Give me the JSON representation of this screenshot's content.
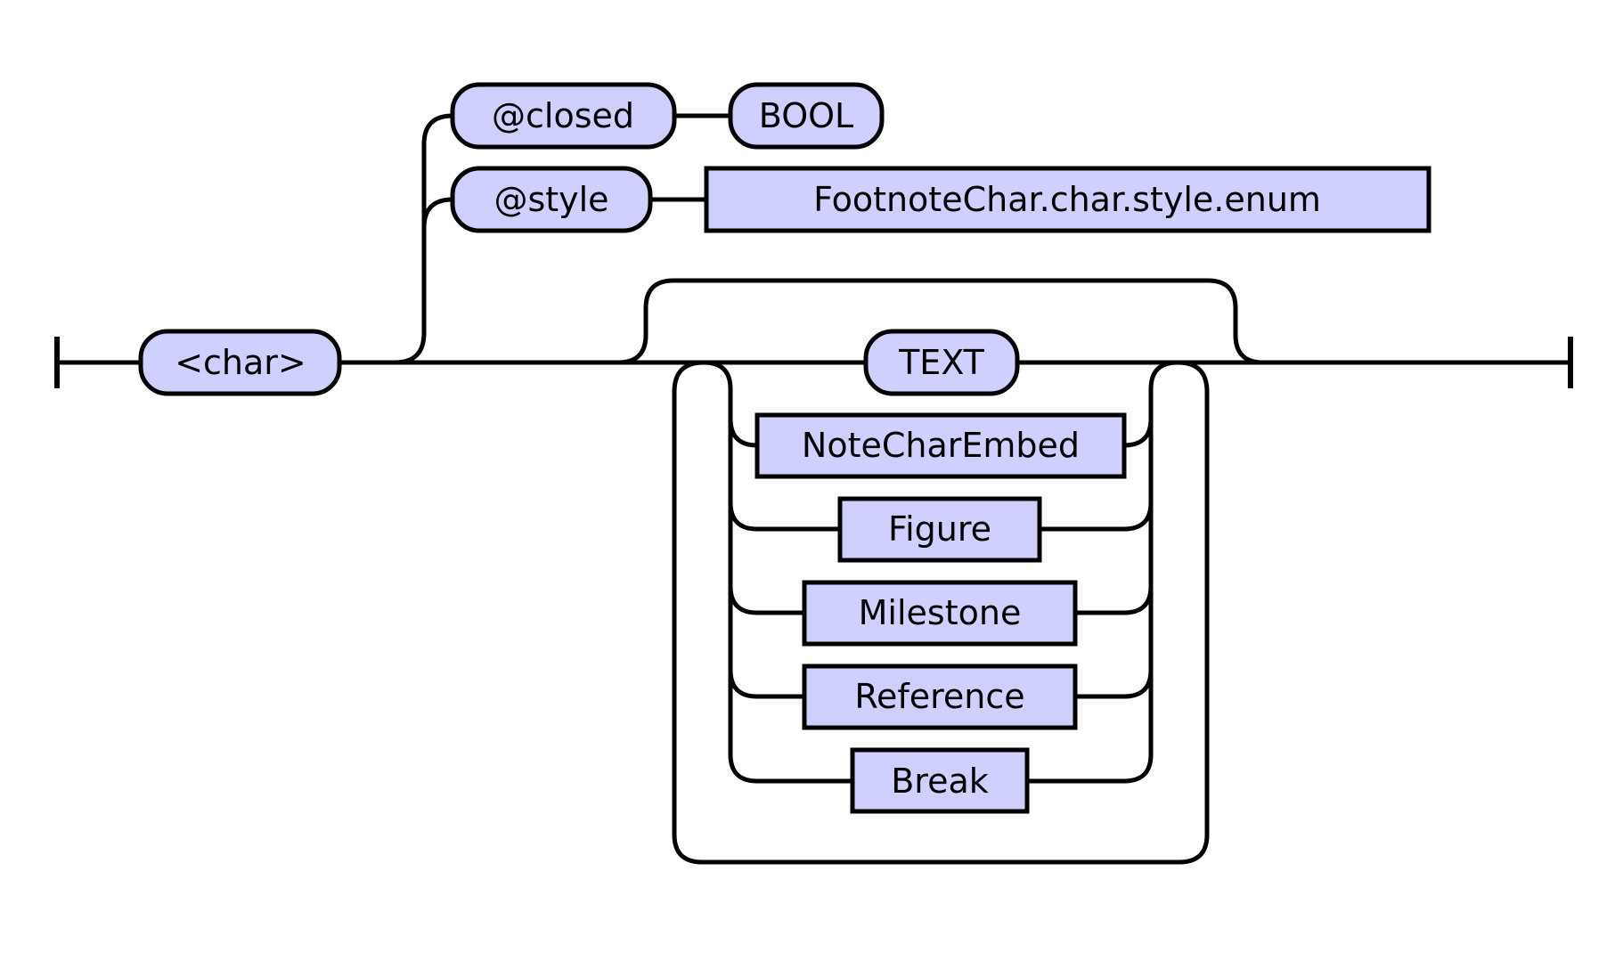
{
  "diagram": {
    "root": "<char>",
    "attributes": [
      {
        "name": "@closed",
        "type": "BOOL"
      },
      {
        "name": "@style",
        "type": "FootnoteChar.char.style.enum"
      }
    ],
    "content": {
      "terminal": "TEXT",
      "choices": [
        "NoteCharEmbed",
        "Figure",
        "Milestone",
        "Reference",
        "Break"
      ]
    }
  },
  "colors": {
    "node_fill": "#d0d0ff",
    "stroke": "#000000"
  }
}
